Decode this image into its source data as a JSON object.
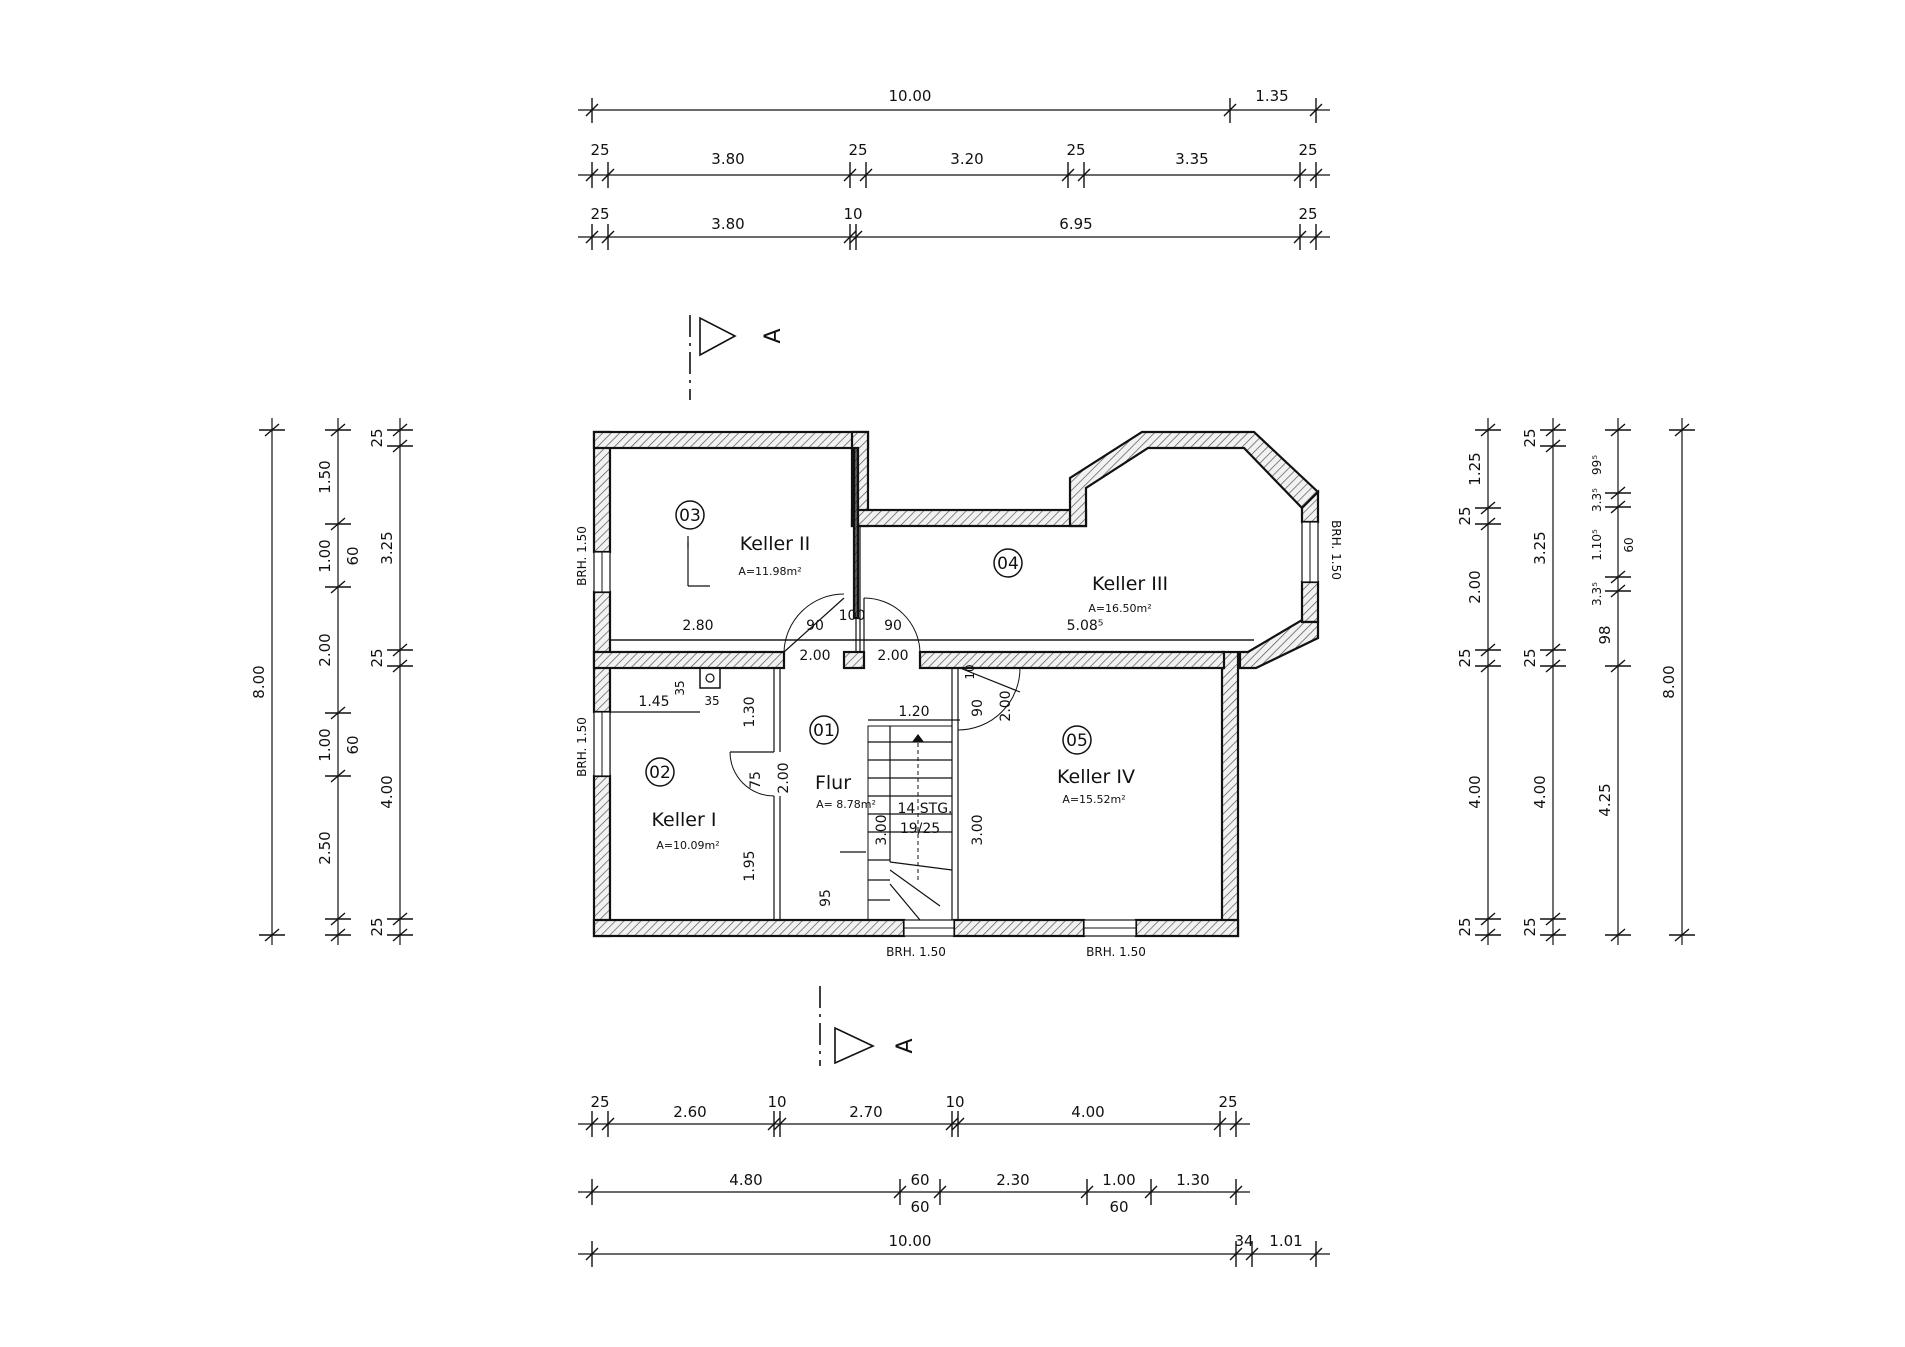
{
  "top_dims": {
    "row1": [
      "10.00",
      "1.35"
    ],
    "row2": [
      "25",
      "3.80",
      "25",
      "3.20",
      "25",
      "3.35",
      "25"
    ],
    "row3": [
      "25",
      "3.80",
      "10",
      "6.95",
      "25"
    ]
  },
  "bottom_dims": {
    "row1": [
      "25",
      "2.60",
      "10",
      "2.70",
      "10",
      "4.00",
      "25"
    ],
    "row2": [
      "4.80",
      "60",
      "60",
      "2.30",
      "1.00",
      "60",
      "1.30"
    ],
    "row3": [
      "10.00",
      "34",
      "1.01"
    ]
  },
  "left_dims": {
    "col1": [
      "8.00"
    ],
    "col2": [
      "1.50",
      "1.00",
      "2.00",
      "1.00",
      "2.50",
      "25"
    ],
    "col2b": [
      "60",
      "60"
    ],
    "col3": [
      "25",
      "3.25",
      "25",
      "4.00",
      "25"
    ]
  },
  "right_dims": {
    "col1": [
      "1.25",
      "25",
      "2.00",
      "25",
      "4.00",
      "25"
    ],
    "col2": [
      "25",
      "3.25",
      "25",
      "4.00",
      "25"
    ],
    "col3": [
      "99⁵",
      "3.3⁵",
      "1.10⁵",
      "60",
      "3.3⁵",
      "98",
      "4.25"
    ],
    "col4": [
      "8.00"
    ]
  },
  "section_marker": "A",
  "rooms": [
    {
      "num": "03",
      "name": "Keller II",
      "area": "A=11.98m²"
    },
    {
      "num": "04",
      "name": "Keller III",
      "area": "A=16.50m²"
    },
    {
      "num": "02",
      "name": "Keller I",
      "area": "A=10.09m²"
    },
    {
      "num": "01",
      "name": "Flur",
      "area": "A=  8.78m²"
    },
    {
      "num": "05",
      "name": "Keller IV",
      "area": "A=15.52m²"
    }
  ],
  "interior_labels": {
    "k2_width": "2.80",
    "k3_width": "5.08⁵",
    "door1": "90",
    "door_mid": "100",
    "door2": "90",
    "h1": "2.00",
    "h2": "2.00",
    "d145": "1.45",
    "d35a": "35",
    "d35b": "35",
    "d130": "1.30",
    "d120": "1.20",
    "d90v": "90",
    "d200v": "2.00",
    "d10v": "10",
    "d75": "75",
    "d200w": "2.00",
    "d195": "1.95",
    "d300a": "3.00",
    "d300b": "3.00",
    "d95": "95",
    "stairs1": "14 STG.",
    "stairs2": "19/25"
  },
  "window_labels": {
    "left_upper": "BRH. 1.50",
    "left_lower": "BRH. 1.50",
    "right": "BRH. 1.50",
    "bottom1": "BRH. 1.50",
    "bottom2": "BRH. 1.50"
  }
}
